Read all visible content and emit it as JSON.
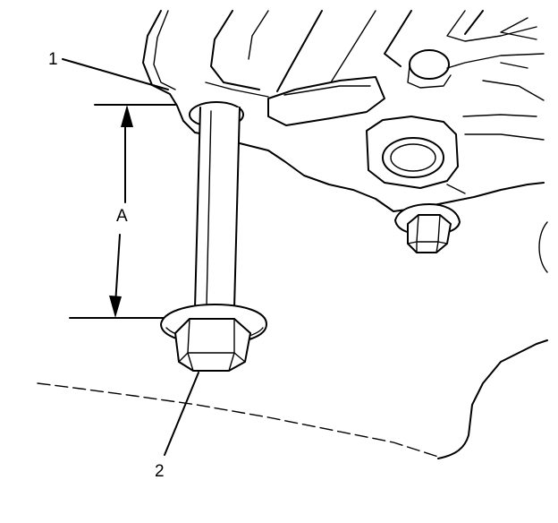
{
  "callouts": {
    "part_1": "1",
    "part_2": "2",
    "dimension_a": "A"
  },
  "colors": {
    "ink": "#000000",
    "background": "#ffffff"
  }
}
